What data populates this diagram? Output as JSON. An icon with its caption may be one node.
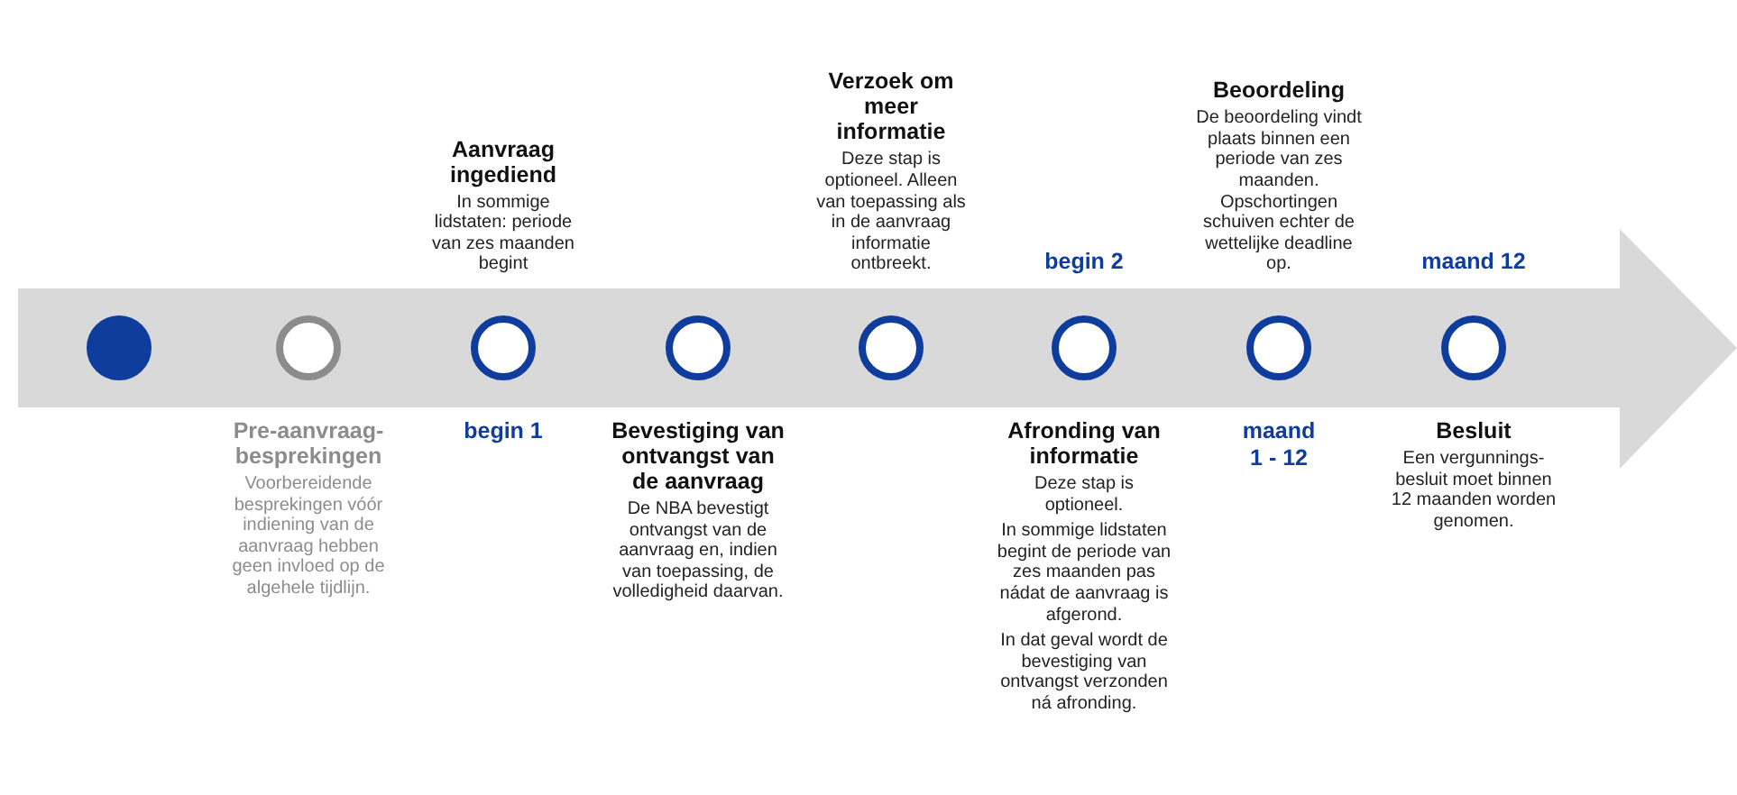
{
  "diagram": {
    "nodes": [
      {
        "text": [],
        "shape": "circle"
      },
      {
        "text": [],
        "shape": "circle",
        "beside": [
          "Pre-aanvraag-besprekingen",
          "Voorbereidende besprekingen vóór indiening van de aanvraag hebben geen invloed op de algehele tijdlijn."
        ]
      },
      {
        "text": [],
        "shape": "circle",
        "beside": [
          "Aanvraag ingediend",
          "In sommige lidstaten: periode van zes maanden begint",
          "begin 1"
        ]
      },
      {
        "text": [],
        "shape": "circle",
        "beside": [
          "Bevestiging van ontvangst van de aanvraag",
          "De NBA bevestigt ontvangst van de aanvraag en, indien van toepassing, de volledigheid daarvan."
        ]
      },
      {
        "text": [],
        "shape": "circle",
        "beside": [
          "Verzoek om meer informatie",
          "Deze stap is optioneel. Alleen van toepassing als in de aanvraag informatie ontbreekt."
        ]
      },
      {
        "text": [],
        "shape": "circle",
        "beside": [
          "begin 2",
          "Afronding van informatie",
          "Deze stap is optioneel.",
          "In sommige lidstaten begint de periode van zes maanden pas nádat de aanvraag is afgerond.",
          "In dat geval wordt de bevestiging van ontvangst verzonden ná afronding."
        ]
      },
      {
        "text": [],
        "shape": "circle",
        "beside": [
          "Beoordeling",
          "De beoordeling vindt plaats binnen een periode van zes maanden. Opschortingen schuiven echter de wettelijke deadline op.",
          "maand 1 - 12"
        ]
      },
      {
        "text": [],
        "shape": "circle",
        "beside": [
          "maand 12",
          "Besluit",
          "Een vergunnings-besluit moet binnen 12 maanden worden genomen."
        ]
      }
    ]
  }
}
